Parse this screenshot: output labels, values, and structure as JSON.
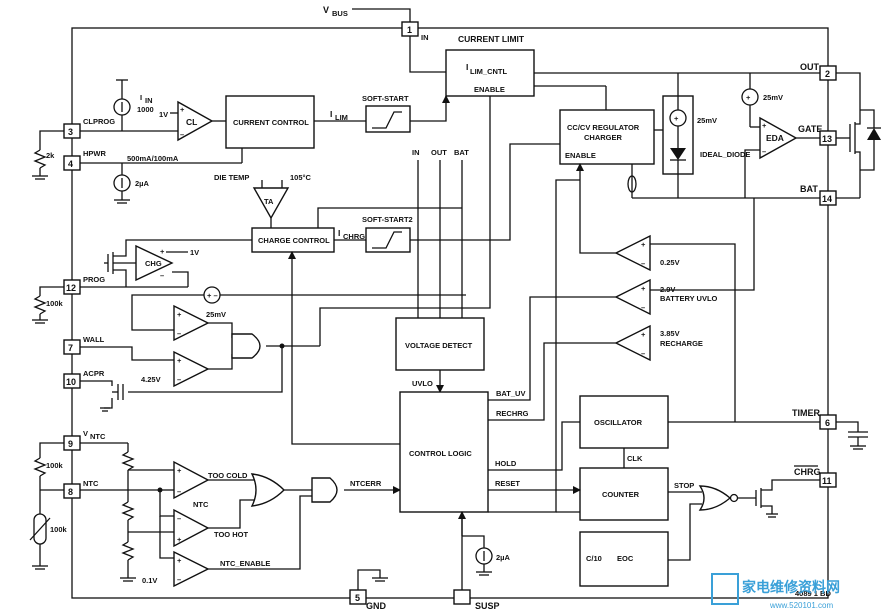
{
  "pins": {
    "vbus": "V",
    "vbus_sub": "BUS",
    "in": "IN",
    "out": "OUT",
    "bat": "BAT",
    "gate": "GATE",
    "timer": "TIMER",
    "chrg": "CHRG",
    "clprog": "CLPROG",
    "hpwr": "HPWR",
    "prog": "PROG",
    "wall": "WALL",
    "acpr": "ACPR",
    "vntc": "V",
    "vntc_sub": "NTC",
    "ntc": "NTC",
    "gnd": "GND",
    "susp": "SUSP",
    "n1": "1",
    "n2": "2",
    "n3": "3",
    "n4": "4",
    "n7": "7",
    "n8": "8",
    "n9": "9",
    "n10": "10",
    "n11": "11",
    "n12": "12",
    "n13": "13",
    "n14": "14",
    "n5": "5",
    "n6": "6"
  },
  "blocks": {
    "current_limit": "CURRENT LIMIT",
    "ilim_cntl": "I",
    "ilim_cntl_sub": "LIM_CNTL",
    "enable": "ENABLE",
    "current_control": "CURRENT CONTROL",
    "soft_start": "SOFT-START",
    "ilim": "I",
    "ilim_sub": "LIM",
    "cc_cv_1": "CC/CV REGULATOR",
    "cc_cv_2": "CHARGER",
    "cc_cv_enable": "ENABLE",
    "ideal_diode": "IDEAL_DIODE",
    "charge_control": "CHARGE CONTROL",
    "soft_start2": "SOFT-START2",
    "ichrg": "I",
    "ichrg_sub": "CHRG",
    "voltage_detect": "VOLTAGE DETECT",
    "control_logic": "CONTROL LOGIC",
    "oscillator": "OSCILLATOR",
    "counter": "COUNTER",
    "c10": "C/10",
    "eoc": "EOC",
    "uvlo": "UVLO",
    "bat_uv": "BAT_UV",
    "rechrg": "RECHRG",
    "hold": "HOLD",
    "reset": "RESET",
    "clk": "CLK",
    "stop": "STOP",
    "ntcerr": "NTCERR",
    "in_tap": "IN",
    "out_tap": "OUT",
    "bat_tap": "BAT"
  },
  "components": {
    "cl": "CL",
    "eda": "EDA",
    "chg": "CHG",
    "ta": "TA",
    "iin": "I",
    "iin_sub": "IN",
    "iin_div": "1000",
    "cl_ref": "1V",
    "chg_ref": "1V",
    "ref_25mv_out": "25mV",
    "ref_25mv_diode": "25mV",
    "ref_25mv_wall": "25mV",
    "hpwr_sel": "500mA/100mA",
    "two_ua_hpwr": "2µA",
    "two_ua_susp": "2µA",
    "die_temp": "DIE TEMP",
    "temp_105": "105°C",
    "r_2k": "2k",
    "r_100k_prog": "100k",
    "r_100k_ntc": "100k",
    "r_100k_therm": "100k",
    "ref_425": "4.25V",
    "ref_025": "0.25V",
    "ref_29": "2.9V",
    "batt_uvlo": "BATTERY UVLO",
    "ref_385": "3.85V",
    "recharge": "RECHARGE",
    "too_cold": "TOO COLD",
    "too_hot": "TOO HOT",
    "ntc_cmp": "NTC",
    "ntc_enable": "NTC_ENABLE",
    "ref_01": "0.1V",
    "part_code": "4089 1 BD"
  },
  "watermark": {
    "main": "家电维修资料网",
    "url": "www.520101.com"
  }
}
